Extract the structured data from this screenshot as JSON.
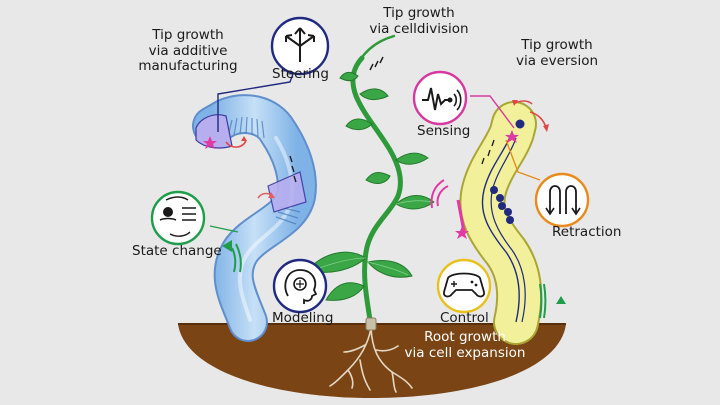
{
  "figure": {
    "labels": {
      "additive_line1": "Tip growth",
      "additive_line2": "via additive",
      "additive_line3": "manufacturing",
      "celldivision_line1": "Tip growth",
      "celldivision_line2": "via celldivision",
      "eversion_line1": "Tip growth",
      "eversion_line2": "via eversion",
      "root_line1": "Root growth",
      "root_line2": "via cell expansion"
    },
    "capabilities": {
      "steering": "Steering",
      "sensing": "Sensing",
      "state_change": "State change",
      "retraction": "Retraction",
      "modeling": "Modeling",
      "control": "Control"
    },
    "icons": {
      "steering": "four-way-arrows-icon",
      "sensing": "sound-wave-icon",
      "state_change": "state-change-cycle-icon",
      "retraction": "retraction-arrows-icon",
      "modeling": "head-model-icon",
      "control": "gamepad-icon"
    },
    "colors": {
      "background": "#e8e8e8",
      "soil": "#7a4414",
      "blue_robot": "#a9cdee",
      "yellow_robot": "#f2f09a",
      "steering_circle": "#1f2a80",
      "sensing_circle": "#d63aa0",
      "state_circle": "#1e9e4a",
      "retraction_circle": "#e88a1c",
      "plant_green": "#2e9a3a"
    }
  }
}
